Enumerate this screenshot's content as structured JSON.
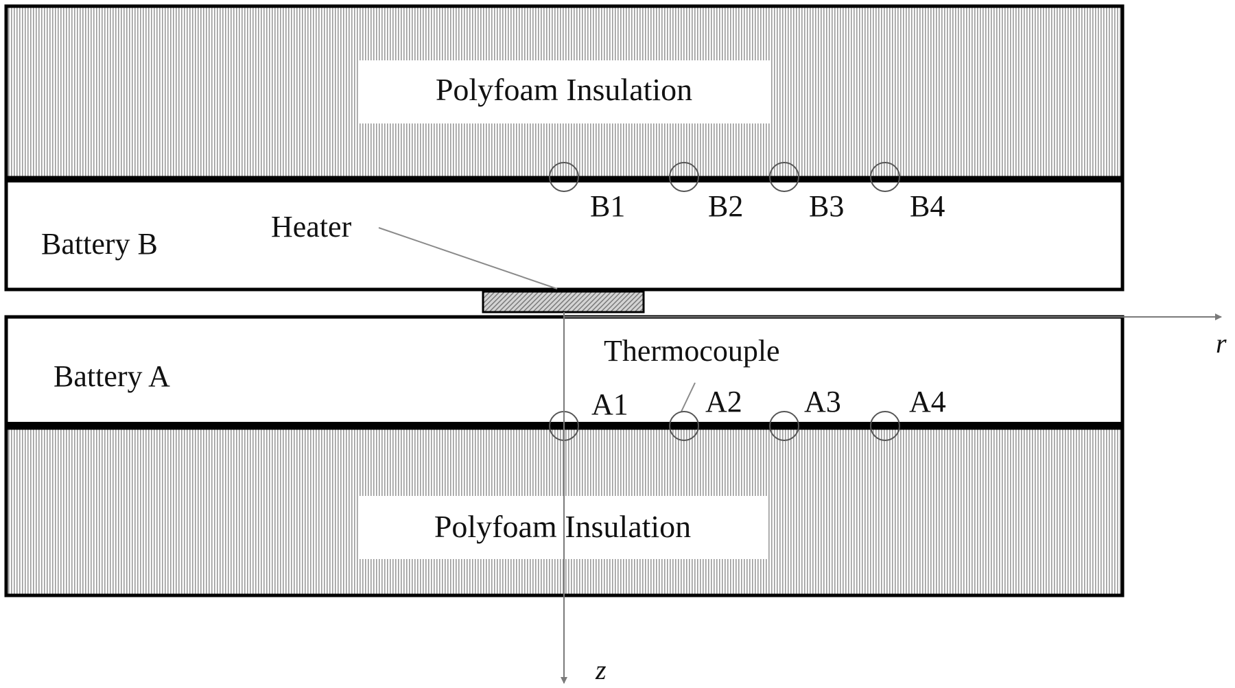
{
  "layers": {
    "top_insulation": "Polyfoam Insulation",
    "bottom_insulation": "Polyfoam Insulation",
    "battery_b": "Battery B",
    "battery_a": "Battery A"
  },
  "callouts": {
    "heater": "Heater",
    "thermocouple": "Thermocouple"
  },
  "axes": {
    "r": "r",
    "z": "z"
  },
  "thermocouples_b": [
    "B1",
    "B2",
    "B3",
    "B4"
  ],
  "thermocouples_a": [
    "A1",
    "A2",
    "A3",
    "A4"
  ],
  "colors": {
    "insulation_hatch": "#9a9a9a",
    "outline": "#000000",
    "heater_fill": "#b8b8b8",
    "guide_line": "#8a8a8a"
  }
}
